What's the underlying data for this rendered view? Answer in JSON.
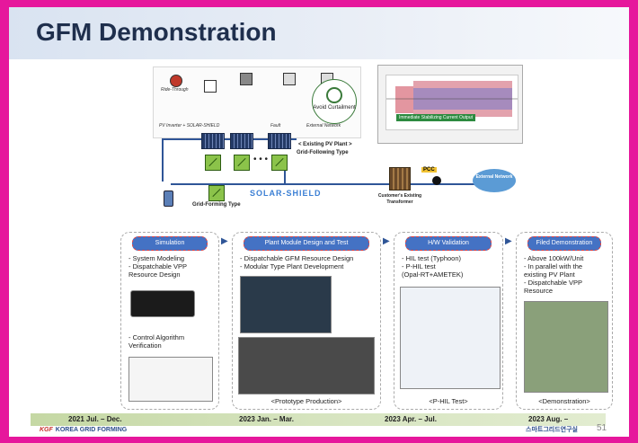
{
  "title": "GFM Demonstration",
  "diagram": {
    "avoid_label": "Avoid Curtailment",
    "existing_pv": "< Existing PV Plant >",
    "grid_following": "Grid-Following Type",
    "grid_forming": "Grid-Forming Type",
    "solar_shield": "SOLAR-SHIELD",
    "customer_transformer": "Customer's Existing Transformer",
    "pcc": "PCC",
    "external_network": "External Network",
    "ride_through": "Ride-Through",
    "pv_inverter": "PV Inverter + SOLAR-SHIELD",
    "fault": "Fault",
    "external_small": "External Network",
    "wave_label": "Immediate Stabilizing Current Output"
  },
  "phases": [
    {
      "header": "Simulation",
      "bullets": [
        "-  System Modeling",
        "-  Dispatchable VPP",
        "   Resource Design"
      ],
      "bullets2": [
        "-  Control Algorithm",
        "   Verification"
      ],
      "caption": ""
    },
    {
      "header": "Plant Module Design and Test",
      "bullets": [
        "-  Dispatchable GFM Resource Design",
        "-  Modular Type Plant Development"
      ],
      "caption": "<Prototype Production>"
    },
    {
      "header": "H/W Validation",
      "bullets": [
        "-  HIL test (Typhoon)",
        "-  P-HIL test",
        "   (Opal-RT+AMETEK)"
      ],
      "caption": "<P-HIL Test>"
    },
    {
      "header": "Filed Demonstration",
      "bullets": [
        "-  Above 100kW/Unit",
        "-  In parallel with the",
        "   existing PV Plant",
        "-  Dispatchable VPP",
        "   Resource"
      ],
      "caption": "<Demonstration>"
    }
  ],
  "timeline": [
    "2021 Jul. – Dec.",
    "2023 Jan. – Mar.",
    "2023 Apr. – Jul.",
    "2023 Aug. –"
  ],
  "footer": {
    "logo_mark": "KGF",
    "logo_text": "KOREA GRID FORMING",
    "right_text": "스마트그리드연구실",
    "page": "51"
  },
  "colors": {
    "accent": "#4472c4",
    "frame": "#e6179c",
    "timeline": "#c5d8a4"
  }
}
